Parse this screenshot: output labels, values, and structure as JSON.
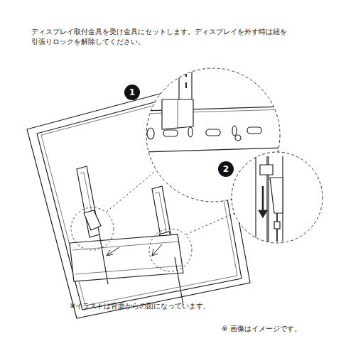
{
  "diagram": {
    "labels": [
      "ディスプレイ取付金具を受け金具にセットします。ディスプレイを外す時は紐を引張りロックを解除してください。",
      "1",
      "2",
      "※イラストは背面からの図になっています。",
      "※ 画像はイメージです。"
    ]
  }
}
